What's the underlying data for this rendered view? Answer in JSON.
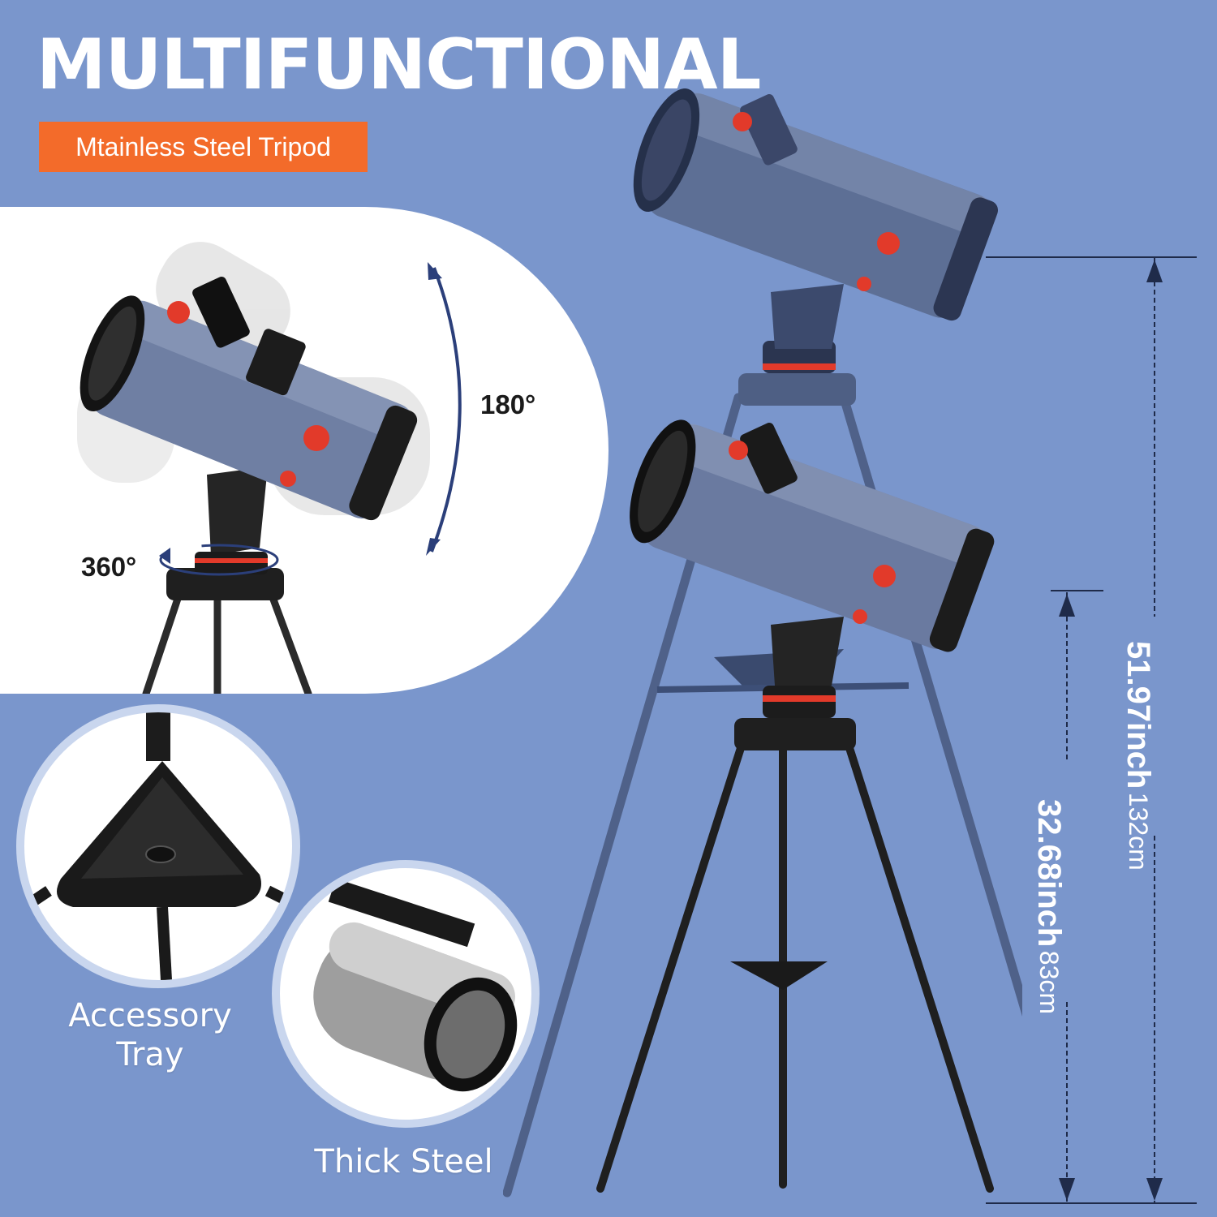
{
  "headline": "MULTIFUNCTIONAL",
  "subtitle": "Mtainless Steel Tripod",
  "rotation": {
    "vertical_angle": "180°",
    "horizontal_angle": "360°"
  },
  "features": {
    "tray_caption_line1": "Accessory",
    "tray_caption_line2": "Tray",
    "steel_caption": "Thick Steel"
  },
  "dimensions": {
    "max_height_in": "51.97inch",
    "max_height_cm": "132cm",
    "min_height_in": "32.68inch",
    "min_height_cm": "83cm"
  },
  "colors": {
    "background": "#7a96cc",
    "badge": "#f36b2a",
    "tube": "#5d6f95",
    "accent_red": "#e23a2a"
  }
}
